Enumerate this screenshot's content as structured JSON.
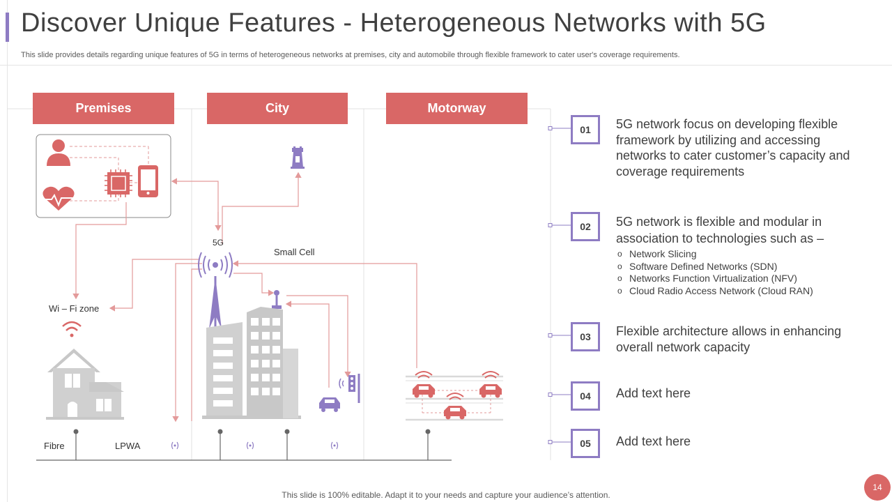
{
  "title": "Discover Unique Features - Heterogeneous Networks with 5G",
  "subtitle": "This slide provides details regarding unique features of 5G in terms of heterogeneous networks at premises, city and automobile through flexible framework to cater user's coverage requirements.",
  "columns": [
    {
      "label": "Premises"
    },
    {
      "label": "City"
    },
    {
      "label": "Motorway"
    }
  ],
  "diagram_labels": {
    "five_g": "5G",
    "small_cell": "Small Cell",
    "wifi_zone": "Wi – Fi zone",
    "fibre": "Fibre",
    "lpwa": "LPWA"
  },
  "features": [
    {
      "number": "01",
      "text": "5G network focus on developing flexible framework by utilizing and accessing networks to cater customer’s capacity and coverage requirements",
      "bullets": []
    },
    {
      "number": "02",
      "text": "5G network is flexible and modular in association to technologies such as –",
      "bullets": [
        "Network Slicing",
        "Software Defined Networks (SDN)",
        "Networks Function Virtualization (NFV)",
        "Cloud Radio Access Network (Cloud RAN)"
      ]
    },
    {
      "number": "03",
      "text": "Flexible architecture allows in enhancing overall network capacity",
      "bullets": []
    },
    {
      "number": "04",
      "text": "Add text here",
      "bullets": []
    },
    {
      "number": "05",
      "text": "Add text here",
      "bullets": []
    }
  ],
  "footer": "This slide is 100% editable. Adapt it to your needs and capture your audience’s attention.",
  "page_number": "14",
  "colors": {
    "accent": "#8e7cc3",
    "header": "#d96766",
    "arrow": "#e39a9a",
    "building": "#d0d0d0"
  },
  "icons": [
    "user-icon",
    "heart-rate-icon",
    "chip-icon",
    "smartphone-icon",
    "tower-icon",
    "antenna-icon",
    "wifi-icon",
    "house-icon",
    "building-icon",
    "car-icon",
    "traffic-light-icon"
  ]
}
